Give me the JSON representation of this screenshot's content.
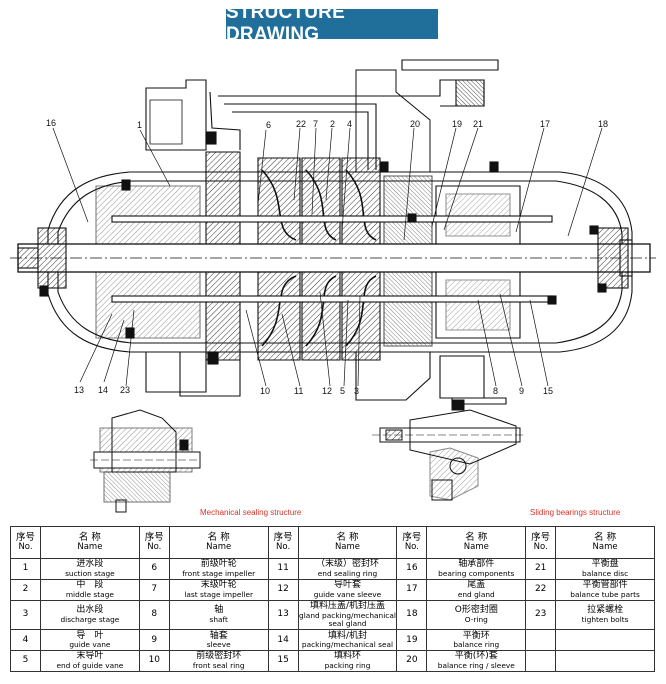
{
  "title": "STRUCTURE DRAWING",
  "captions": {
    "mechanical": "Mechanical sealing structure",
    "sliding": "Sliding bearings structure"
  },
  "callouts_top": [
    "16",
    "1",
    "6",
    "22",
    "7",
    "2",
    "4",
    "20",
    "19",
    "21",
    "17",
    "18"
  ],
  "callouts_bottom": [
    "13",
    "14",
    "23",
    "10",
    "11",
    "12",
    "5",
    "3",
    "8",
    "9",
    "15"
  ],
  "table": {
    "header": {
      "no_zh": "序号",
      "no_en": "No.",
      "name_zh": "名 称",
      "name_en": "Name"
    },
    "columns": [
      [
        {
          "no": "1",
          "zh": "进水段",
          "en": "suction stage"
        },
        {
          "no": "2",
          "zh": "中　段",
          "en": "middle stage"
        },
        {
          "no": "3",
          "zh": "出水段",
          "en": "discharge stage"
        },
        {
          "no": "4",
          "zh": "导　叶",
          "en": "guide vane"
        },
        {
          "no": "5",
          "zh": "末导叶",
          "en": "end of guide vane"
        }
      ],
      [
        {
          "no": "6",
          "zh": "前级叶轮",
          "en": "front stage impeller"
        },
        {
          "no": "7",
          "zh": "末级叶轮",
          "en": "last stage impeller"
        },
        {
          "no": "8",
          "zh": "轴",
          "en": "shaft"
        },
        {
          "no": "9",
          "zh": "轴套",
          "en": "sleeve"
        },
        {
          "no": "10",
          "zh": "前级密封环",
          "en": "front seal ring"
        }
      ],
      [
        {
          "no": "11",
          "zh": "（末级）密封环",
          "en": "end sealing ring"
        },
        {
          "no": "12",
          "zh": "导叶套",
          "en": "guide vane sleeve"
        },
        {
          "no": "13",
          "zh": "填料压盖/机封压盖",
          "en": "gland packing/mechanical seal gland"
        },
        {
          "no": "14",
          "zh": "填料/机封",
          "en": "packing/mechanical seal"
        },
        {
          "no": "15",
          "zh": "填料环",
          "en": "packing ring"
        }
      ],
      [
        {
          "no": "16",
          "zh": "轴承部件",
          "en": "bearing components"
        },
        {
          "no": "17",
          "zh": "尾盖",
          "en": "end gland"
        },
        {
          "no": "18",
          "zh": "O形密封圈",
          "en": "O-ring"
        },
        {
          "no": "19",
          "zh": "平衡环",
          "en": "balance ring"
        },
        {
          "no": "20",
          "zh": "平衡(环)套",
          "en": "balance ring / sleeve"
        }
      ],
      [
        {
          "no": "21",
          "zh": "平衡盘",
          "en": "balance disc"
        },
        {
          "no": "22",
          "zh": "平衡管部件",
          "en": "balance tube parts"
        },
        {
          "no": "23",
          "zh": "拉紧螺栓",
          "en": "tighten bolts"
        },
        {
          "no": "",
          "zh": "",
          "en": ""
        },
        {
          "no": "",
          "zh": "",
          "en": ""
        }
      ]
    ]
  }
}
